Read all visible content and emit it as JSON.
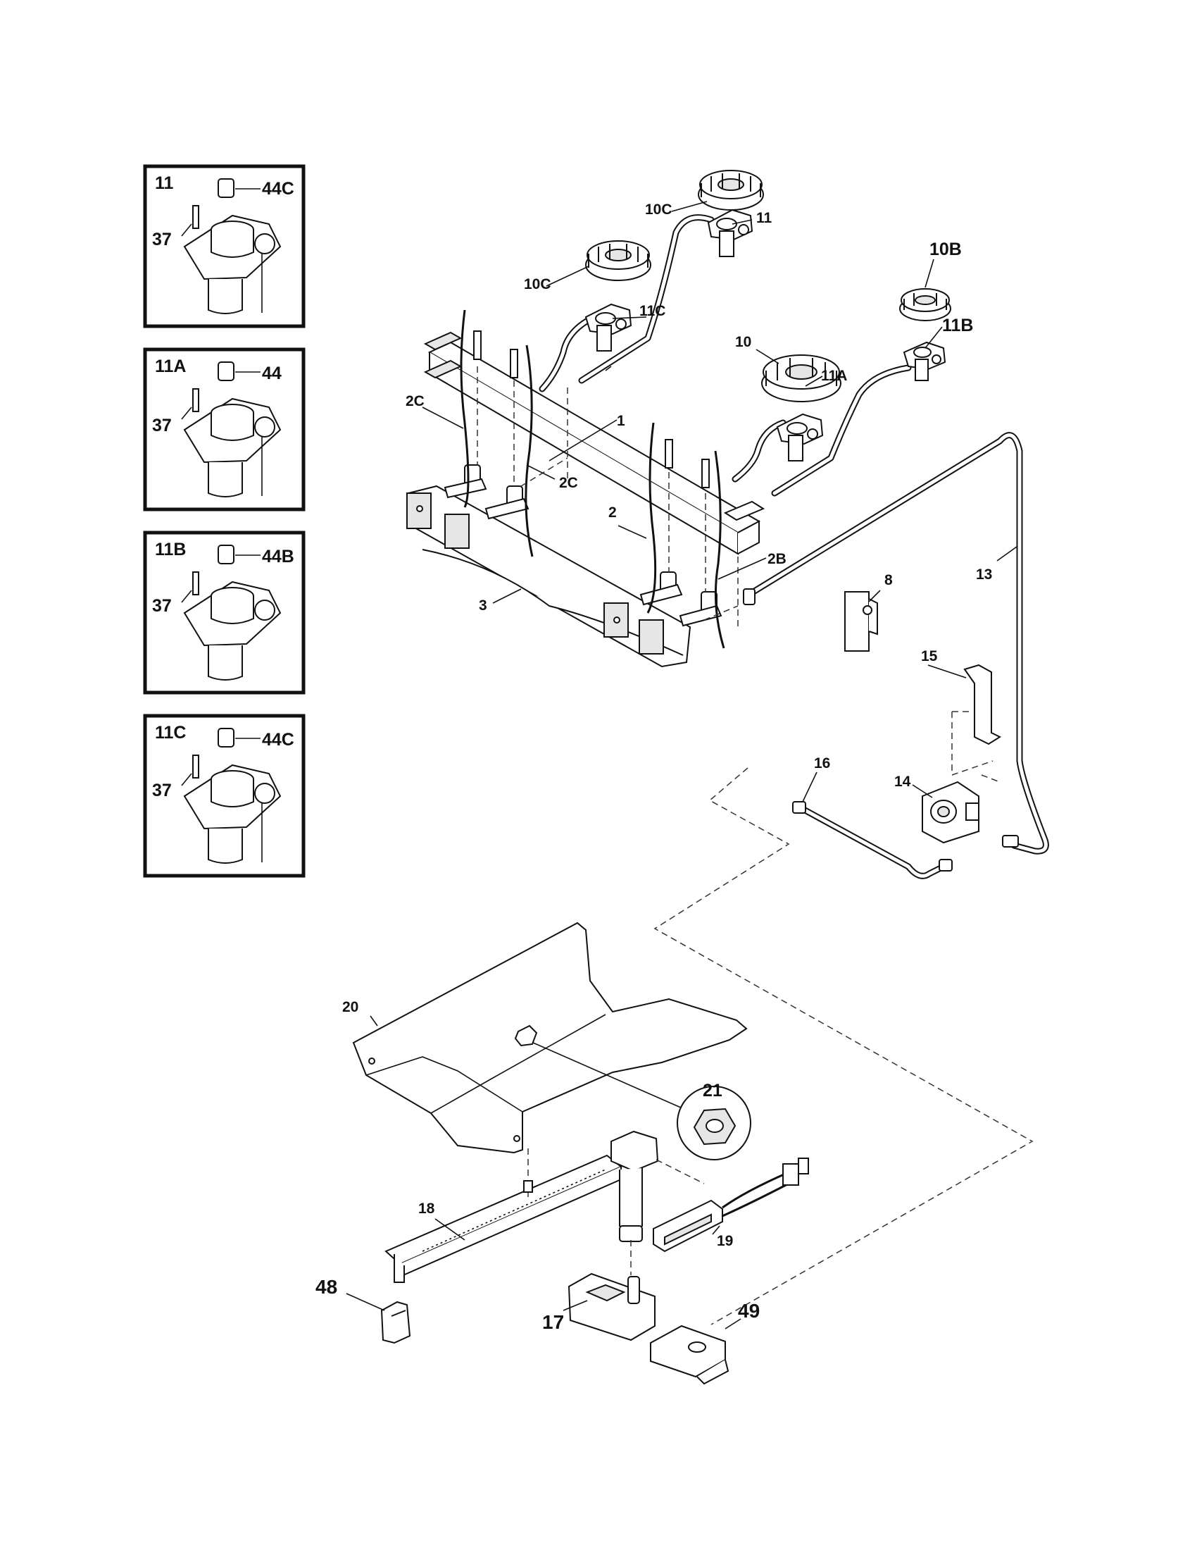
{
  "insets": [
    {
      "id": "11",
      "title": "11",
      "cap": "44C",
      "screw": "37"
    },
    {
      "id": "11A",
      "title": "11A",
      "cap": "44",
      "screw": "37"
    },
    {
      "id": "11B",
      "title": "11B",
      "cap": "44B",
      "screw": "37"
    },
    {
      "id": "11C",
      "title": "11C",
      "cap": "44C",
      "screw": "37"
    }
  ],
  "callouts": {
    "c1": "1",
    "c2": "2",
    "c2B": "2B",
    "c2C_left": "2C",
    "c2C_right": "2C",
    "c3": "3",
    "c8": "8",
    "c10": "10",
    "c10B": "10B",
    "c10C_top": "10C",
    "c10C_mid": "10C",
    "c11": "11",
    "c11A": "11A",
    "c11B": "11B",
    "c11C": "11C",
    "c13": "13",
    "c14": "14",
    "c15": "15",
    "c16": "16",
    "c17": "17",
    "c18": "18",
    "c19": "19",
    "c20": "20",
    "c21": "21",
    "c48": "48",
    "c49": "49"
  }
}
